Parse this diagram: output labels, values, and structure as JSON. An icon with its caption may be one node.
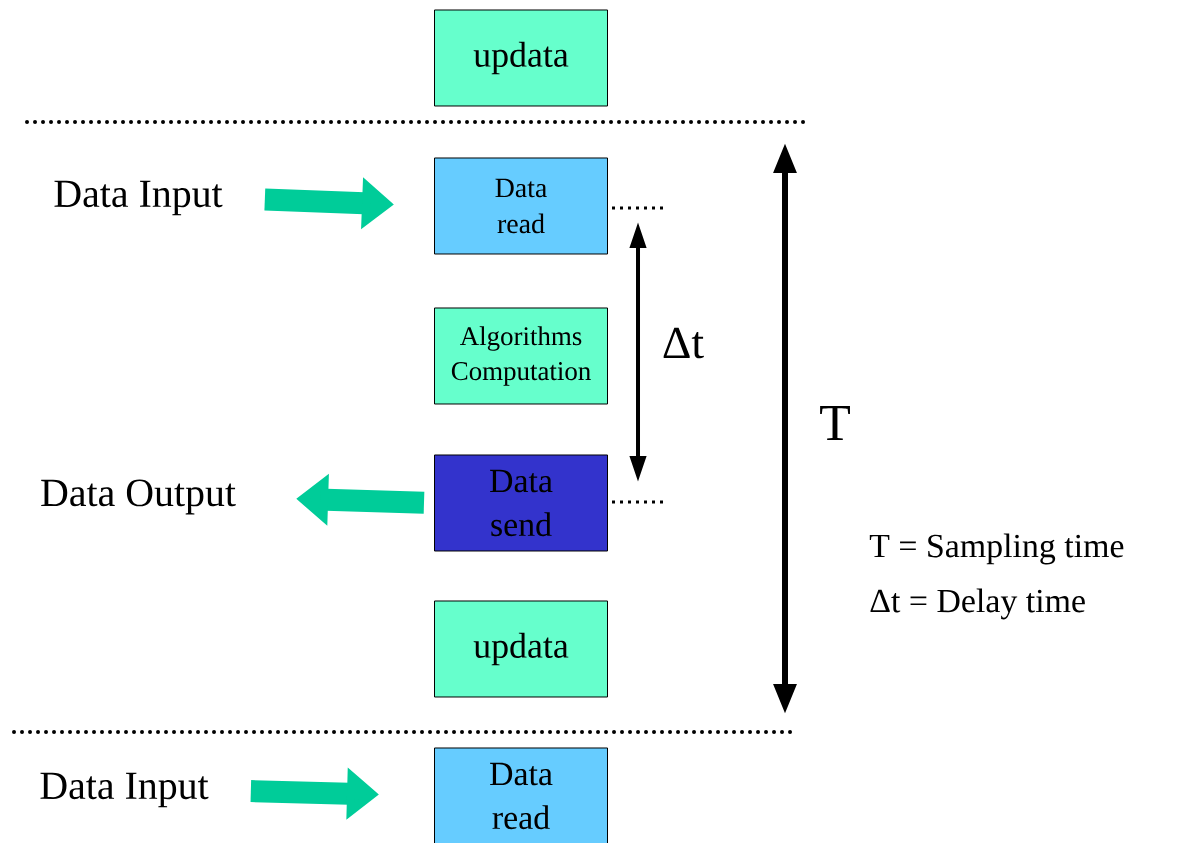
{
  "diagram": {
    "nodes": [
      {
        "text": [
          "updata"
        ]
      },
      {
        "text": [
          "Data Input"
        ]
      },
      {
        "text": [
          "Data read"
        ]
      },
      {
        "text": [
          "Algorithms Computation"
        ]
      },
      {
        "text": [
          "Data Output"
        ]
      },
      {
        "text": [
          "Data send"
        ]
      },
      {
        "text": [
          "updata"
        ]
      },
      {
        "text": [
          "Data Input"
        ]
      },
      {
        "text": [
          "Data read"
        ]
      }
    ],
    "edges": [
      {
        "from": 1,
        "to": 2,
        "arrow": "to"
      },
      {
        "from": 5,
        "to": 4,
        "arrow": "to"
      },
      {
        "from": 7,
        "to": 8,
        "arrow": "to"
      }
    ],
    "labels": [
      "Δt",
      "T",
      "T = Sampling time",
      "Δt = Delay time"
    ]
  }
}
